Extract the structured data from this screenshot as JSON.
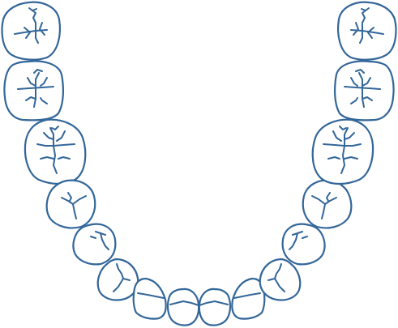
{
  "diagram": {
    "stroke_color": "#336699",
    "background": "#ffffff",
    "arch": "lower-dental-arch",
    "teeth": [
      {
        "id": "third-molar-right",
        "type": "molar"
      },
      {
        "id": "second-molar-right",
        "type": "molar"
      },
      {
        "id": "first-molar-right",
        "type": "molar"
      },
      {
        "id": "second-premolar-right",
        "type": "premolar"
      },
      {
        "id": "first-premolar-right",
        "type": "premolar"
      },
      {
        "id": "canine-right",
        "type": "canine"
      },
      {
        "id": "lateral-incisor-right",
        "type": "incisor"
      },
      {
        "id": "central-incisor-right",
        "type": "incisor"
      },
      {
        "id": "central-incisor-left",
        "type": "incisor"
      },
      {
        "id": "lateral-incisor-left",
        "type": "incisor"
      },
      {
        "id": "canine-left",
        "type": "canine"
      },
      {
        "id": "first-premolar-left",
        "type": "premolar"
      },
      {
        "id": "second-premolar-left",
        "type": "premolar"
      },
      {
        "id": "first-molar-left",
        "type": "molar"
      },
      {
        "id": "second-molar-left",
        "type": "molar"
      },
      {
        "id": "third-molar-left",
        "type": "molar"
      }
    ]
  }
}
